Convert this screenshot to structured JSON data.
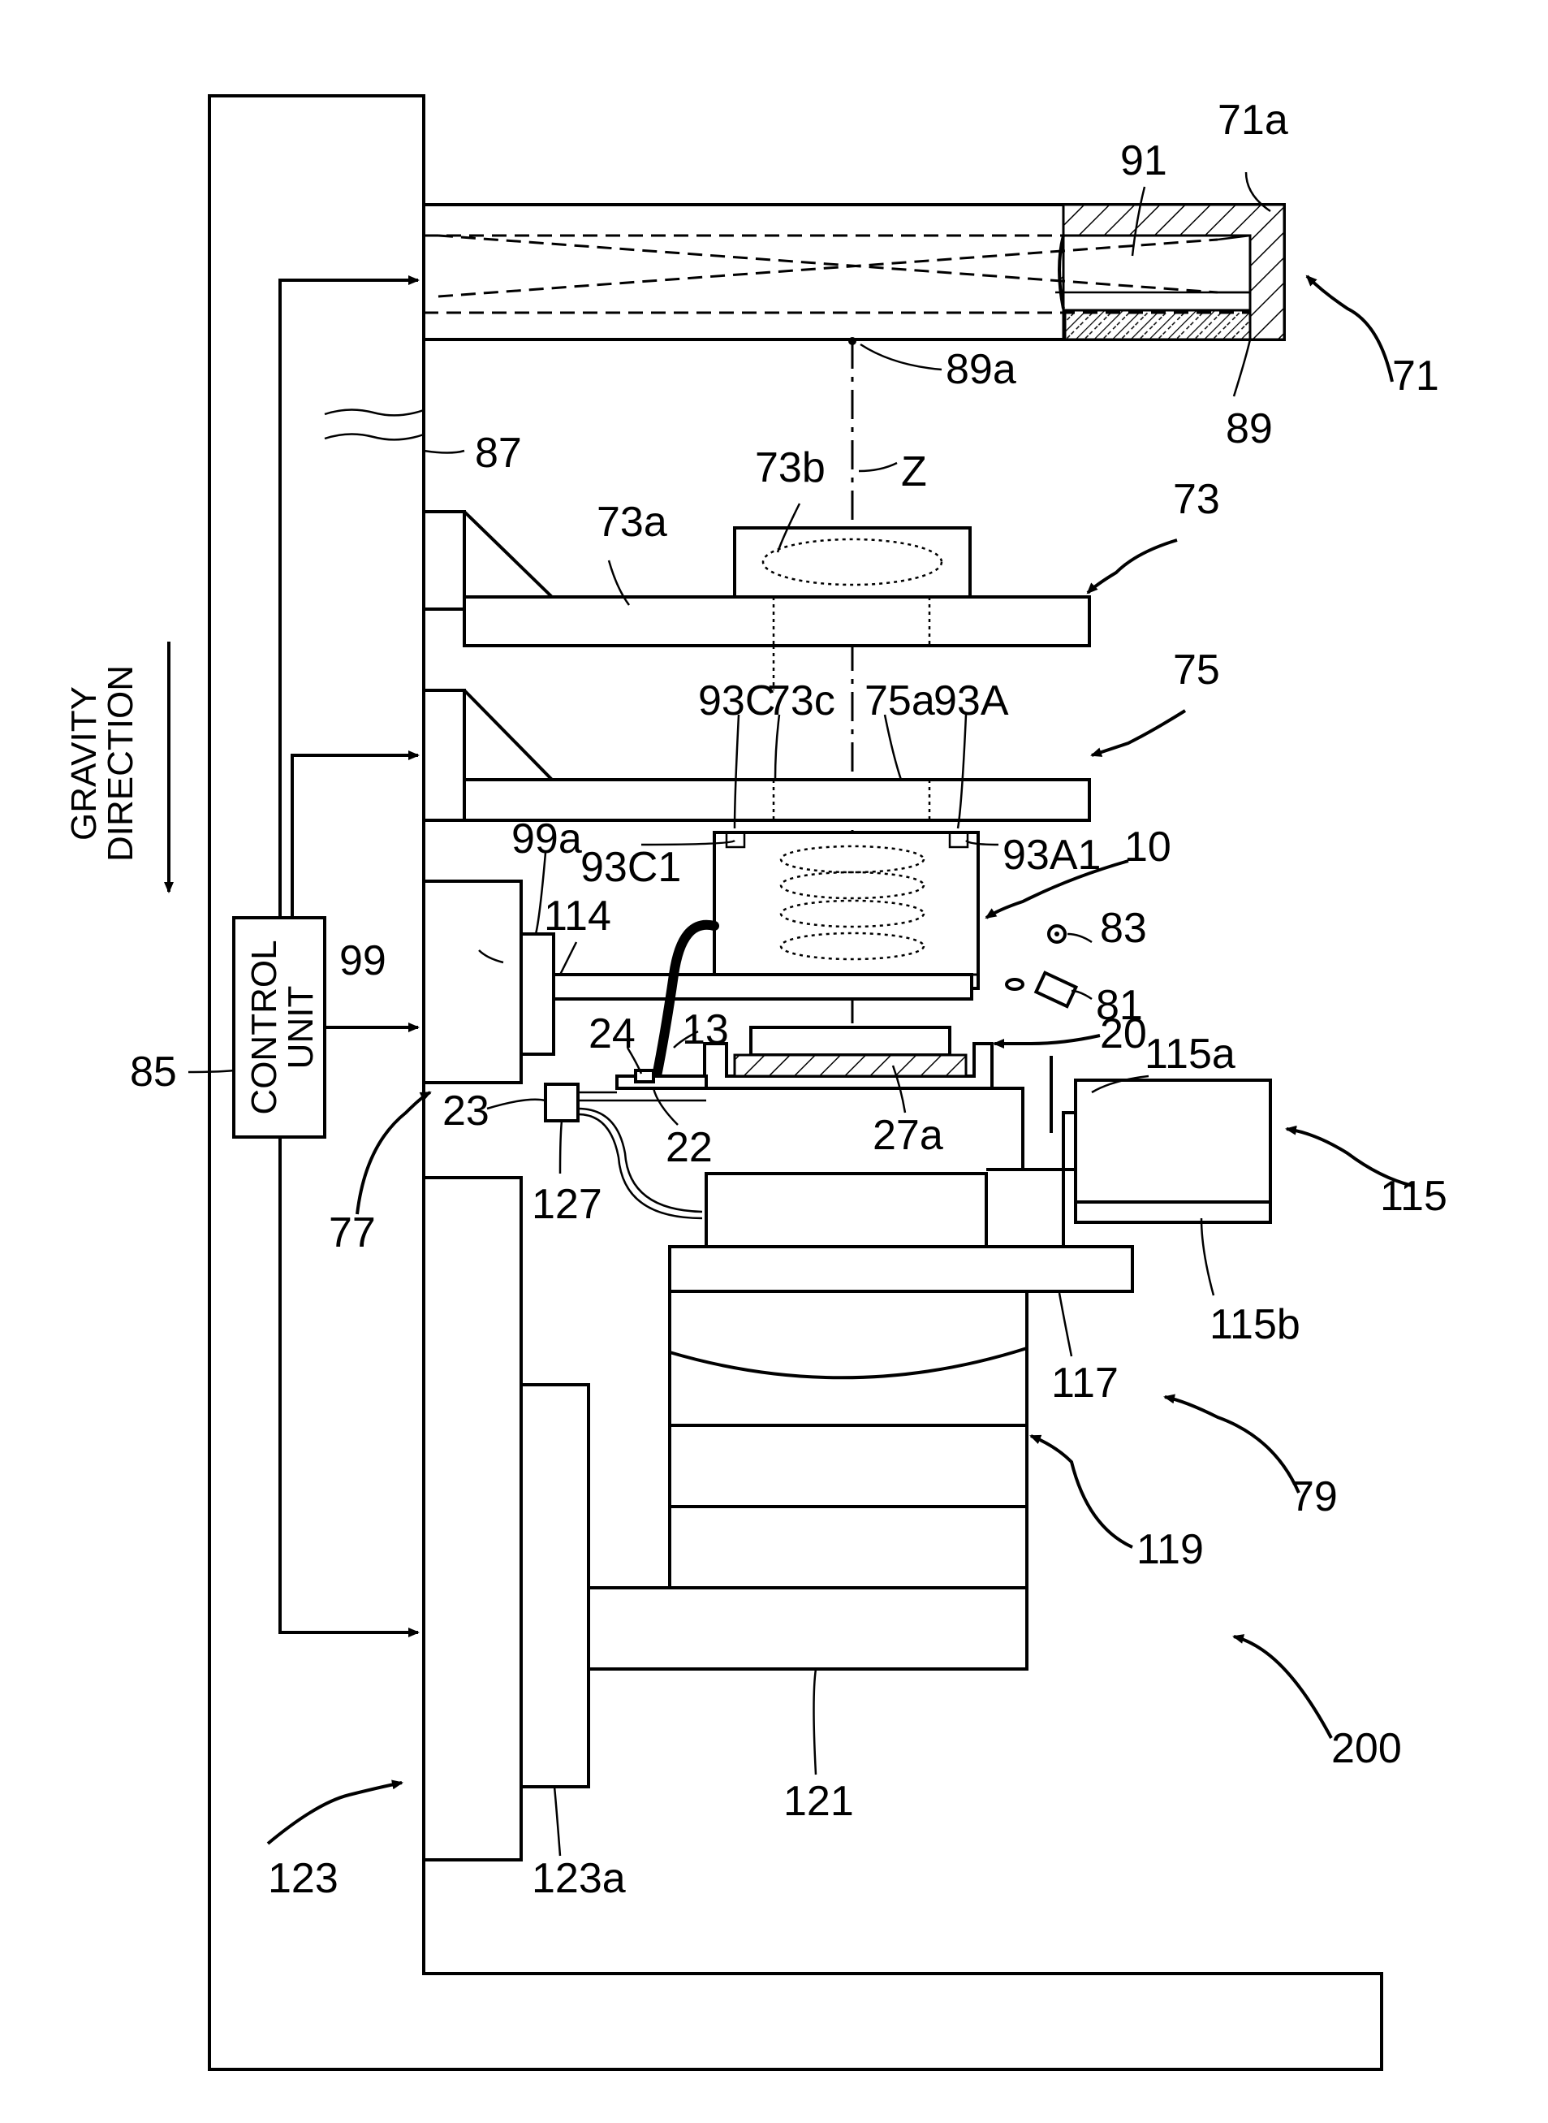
{
  "labels": {
    "l71a": "71a",
    "l91": "91",
    "l71": "71",
    "l89a": "89a",
    "l89": "89",
    "l87": "87",
    "l73b": "73b",
    "lZ": "Z",
    "l73": "73",
    "l73a": "73a",
    "l75": "75",
    "l93C": "93C",
    "l73c": "73c",
    "l75a": "75a",
    "l93A": "93A",
    "l99a": "99a",
    "l93C1": "93C1",
    "l93A1": "93A1",
    "l10": "10",
    "l99": "99",
    "l114": "114",
    "l83": "83",
    "l81": "81",
    "l24": "24",
    "l13": "13",
    "l20": "20",
    "l85": "85",
    "l23": "23",
    "l115a": "115a",
    "l22": "22",
    "l27a": "27a",
    "l115": "115",
    "l127": "127",
    "l77": "77",
    "l115b": "115b",
    "l117": "117",
    "l79": "79",
    "l119": "119",
    "l200": "200",
    "l121": "121",
    "l123": "123",
    "l123a": "123a"
  },
  "gravity": {
    "line1": "GRAVITY",
    "line2": "DIRECTION"
  },
  "control_unit": {
    "line1": "CONTROL",
    "line2": "UNIT"
  }
}
